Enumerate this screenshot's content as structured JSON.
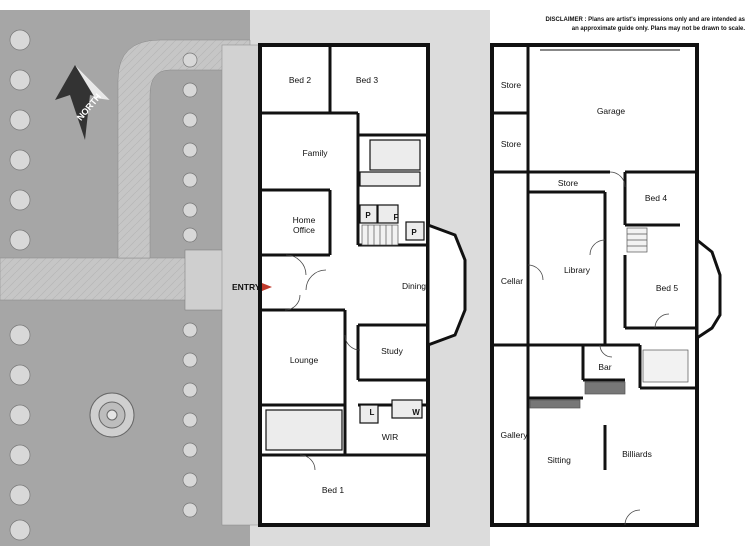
{
  "disclaimer": {
    "line1": "DISCLAIMER : Plans are artist's impressions only and are intended as",
    "line2": "an approximate guide only.  Plans may not be drawn to scale."
  },
  "compass": {
    "label": "NORTH",
    "icon": "north-arrow-icon"
  },
  "entry_label": "ENTRY",
  "colors": {
    "ground": "#a9a9a9",
    "paving": "#c8c8c8",
    "walls": "#111111",
    "accent_arrow": "#c0392b"
  },
  "ground_floor": {
    "rooms": {
      "bed2": "Bed 2",
      "bed3": "Bed 3",
      "family": "Family",
      "home_office_1": "Home",
      "home_office_2": "Office",
      "dining": "Dining",
      "lounge": "Lounge",
      "study": "Study",
      "wir": "WIR",
      "bed1": "Bed 1",
      "pantry_a": "P",
      "fridge": "F",
      "pantry_b": "P",
      "laundry": "L",
      "wardrobe": "W"
    }
  },
  "lower_floor": {
    "rooms": {
      "store1": "Store",
      "store2": "Store",
      "store3": "Store",
      "garage": "Garage",
      "bed4": "Bed 4",
      "library": "Library",
      "cellar": "Cellar",
      "bed5": "Bed 5",
      "bar": "Bar",
      "gallery": "Gallery",
      "sitting": "Sitting",
      "billiards": "Billiards"
    }
  }
}
